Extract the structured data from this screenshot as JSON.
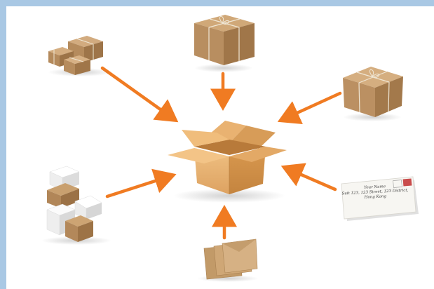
{
  "colors": {
    "frame": "#a9c8e4",
    "background": "#ffffff",
    "arrow": "#f07b22",
    "kraft": "#c49a6c",
    "kraft_dark": "#9c7247",
    "box_light": "#f3c487",
    "box_mid": "#e3a966",
    "box_dark": "#c98c4c",
    "string": "#efe6d4"
  },
  "icons": {
    "center": "open-cardboard-box-icon",
    "top_left": "stack-of-parcels-icon",
    "top": "wrapped-parcel-icon",
    "top_right": "wrapped-parcel-icon",
    "left": "white-and-brown-parcel-stack-icon",
    "right": "addressed-envelope-icon",
    "bottom": "padded-envelopes-icon"
  },
  "envelope": {
    "line1": "Your Name",
    "line2": "Suit 123, 123 Street, 123 District,",
    "line3": "Hong Kong"
  }
}
